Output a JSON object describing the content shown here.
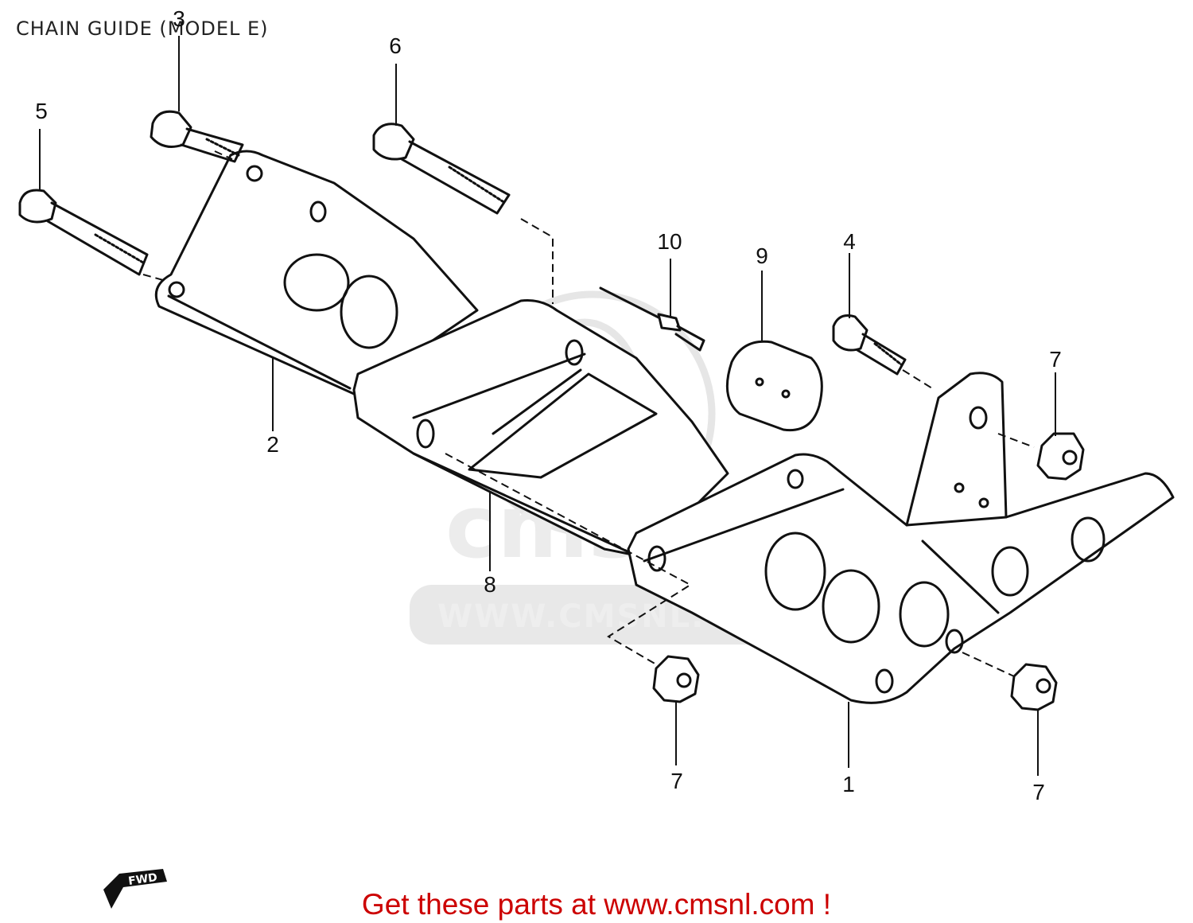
{
  "title": "CHAIN GUIDE (MODEL E)",
  "watermark": {
    "logo_text": "cms",
    "url_text": "WWW.CMSNL.COM",
    "color": "#e6e6e6"
  },
  "fwd_label": "FWD",
  "callouts": [
    {
      "id": "c1",
      "label": "1"
    },
    {
      "id": "c2",
      "label": "2"
    },
    {
      "id": "c3",
      "label": "3"
    },
    {
      "id": "c4",
      "label": "4"
    },
    {
      "id": "c5",
      "label": "5"
    },
    {
      "id": "c6",
      "label": "6"
    },
    {
      "id": "c7a",
      "label": "7"
    },
    {
      "id": "c7b",
      "label": "7"
    },
    {
      "id": "c7c",
      "label": "7"
    },
    {
      "id": "c8",
      "label": "8"
    },
    {
      "id": "c9",
      "label": "9"
    },
    {
      "id": "c10",
      "label": "10"
    }
  ],
  "footer_text": "Get these parts at www.cmsnl.com !",
  "colors": {
    "line": "#111111",
    "footer": "#cc0000",
    "background": "#ffffff"
  }
}
